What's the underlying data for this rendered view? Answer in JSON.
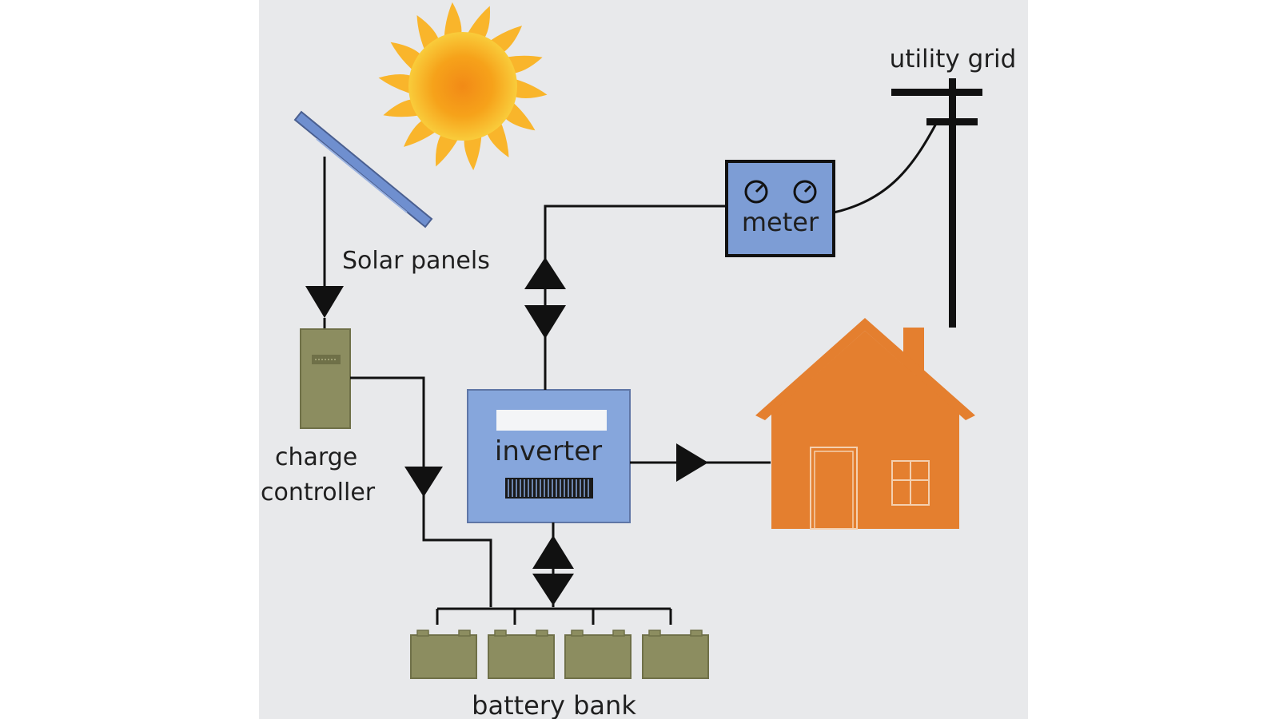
{
  "labels": {
    "utility_grid": "utility grid",
    "meter": "meter",
    "solar_panels": "Solar panels",
    "charge_line1": "charge",
    "charge_line2": "controller",
    "inverter": "inverter",
    "battery_bank": "battery bank"
  },
  "colors": {
    "background": "#e8e9eb",
    "sun_outer": "#f6a21a",
    "sun_inner": "#f9c737",
    "panel": "#6f8fcf",
    "meter_box": "#7d9dd5",
    "inverter_box": "#86a6dc",
    "controller": "#8c8d60",
    "battery": "#8c8d60",
    "house": "#e47f2f",
    "line": "#111111"
  }
}
